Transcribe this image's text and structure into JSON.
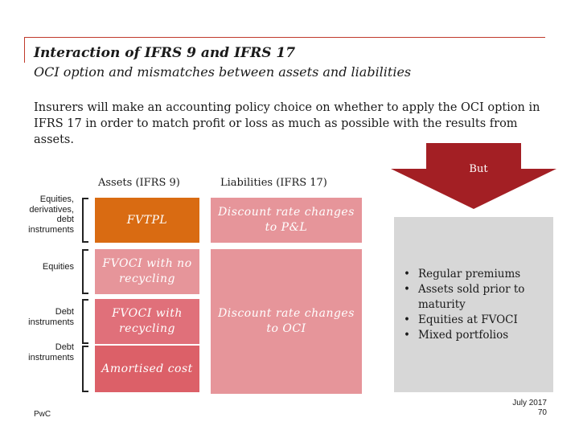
{
  "header": {
    "title": "Interaction of IFRS 9 and IFRS 17",
    "subtitle": "OCI option and mismatches between assets and liabilities"
  },
  "intro": "Insurers will make an accounting policy choice on whether to apply the OCI option in IFRS 17 in order to match profit or loss as much as possible with the results from assets.",
  "arrow": {
    "label": "But",
    "color": "#a31f24"
  },
  "columns": {
    "assets": "Assets (IFRS 9)",
    "liabilities": "Liabilities (IFRS 17)"
  },
  "row_labels": [
    "Equities, derivatives, debt instruments",
    "Equities",
    "Debt instruments",
    "Debt instruments"
  ],
  "asset_boxes": [
    {
      "label": "FVTPL",
      "color": "#d96b12"
    },
    {
      "label": "FVOCI with no recycling",
      "color": "#e6959a"
    },
    {
      "label": "FVOCI with recycling",
      "color": "#e0707a"
    },
    {
      "label": "Amortised cost",
      "color": "#dc6068"
    }
  ],
  "liability_boxes": [
    {
      "label": "Discount rate changes to P&L"
    },
    {
      "label": "Discount rate changes to OCI"
    }
  ],
  "bullets": [
    "Regular premiums",
    "Assets sold prior to maturity",
    "Equities at FVOCI",
    "Mixed portfolios"
  ],
  "footer": {
    "brand": "PwC",
    "date": "July 2017",
    "page": "70"
  },
  "colors": {
    "accent_line": "#c0392b",
    "panel": "#d7d7d7"
  }
}
